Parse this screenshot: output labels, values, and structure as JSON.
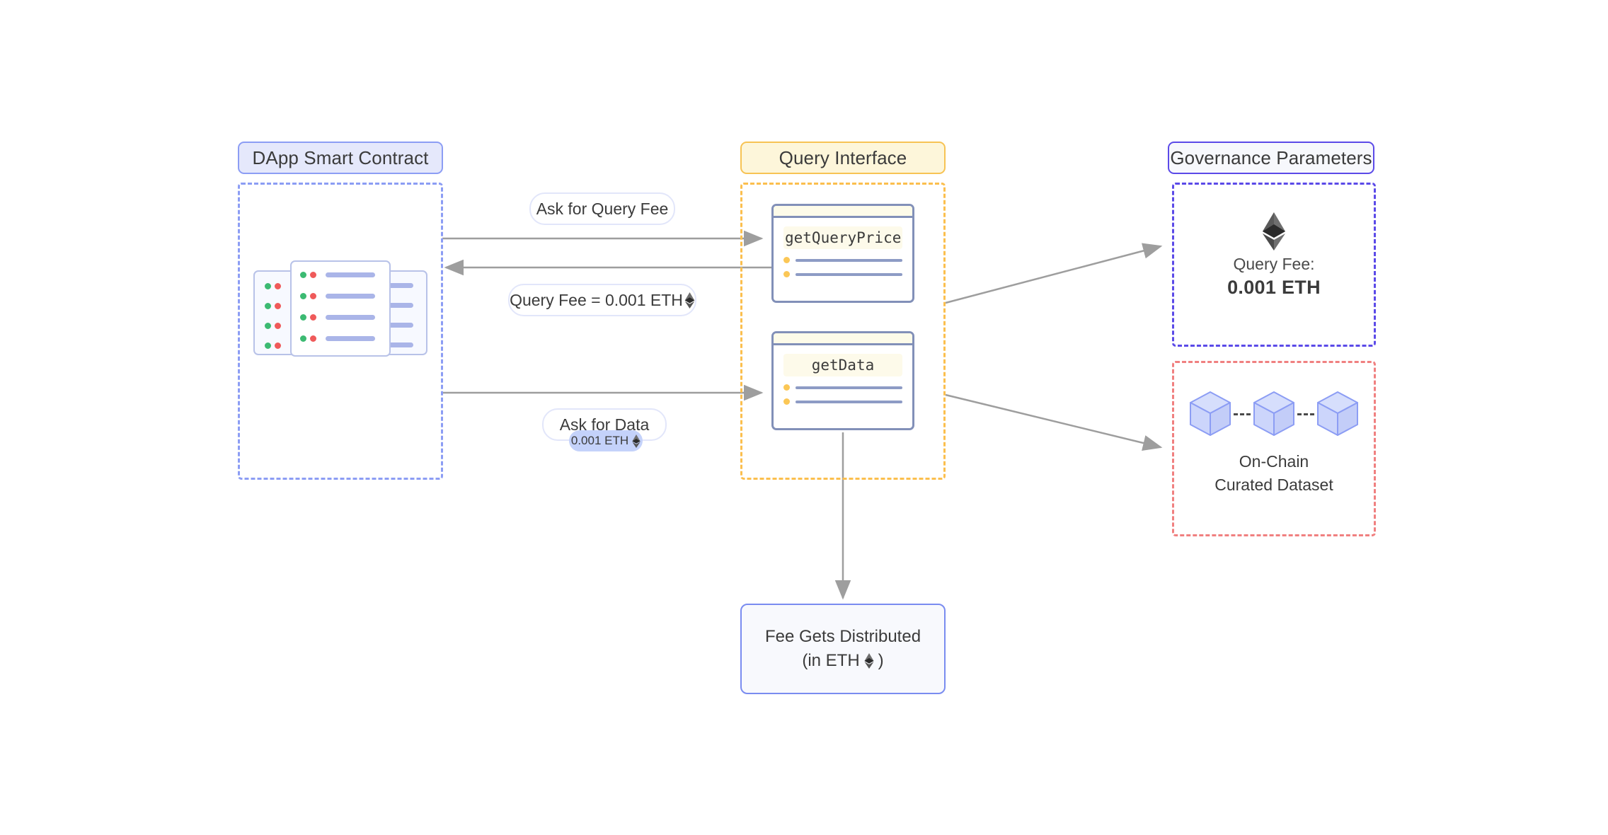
{
  "groups": [
    {
      "id": "dapp",
      "title": "DApp Smart Contract",
      "border": "#8c9df4",
      "header_bg": "#e5e8fb"
    },
    {
      "id": "query",
      "title": "Query Interface",
      "border": "#fbbf4e",
      "header_bg": "#fdf6da"
    },
    {
      "id": "gov",
      "title": "Governance Parameters",
      "border": "#5b4ae8",
      "header_bg": "#f7f8fc"
    }
  ],
  "query_interface": {
    "methods": [
      {
        "name": "getQueryPrice",
        "icon": "code-card-icon"
      },
      {
        "name": "getData",
        "icon": "code-card-icon"
      }
    ]
  },
  "governance": {
    "icon": "ethereum-icon",
    "label": "Query Fee:",
    "value": "0.001 ETH"
  },
  "dataset": {
    "icon": "cube-chain-icon",
    "line1": "On-Chain",
    "line2": "Curated Dataset",
    "border": "#f08080"
  },
  "fee_node": {
    "line1": "Fee Gets Distributed",
    "line2_prefix": "(in ETH",
    "line2_suffix": ")",
    "icon": "ethereum-icon"
  },
  "edges": [
    {
      "id": "ask-query-fee",
      "label": "Ask for Query Fee"
    },
    {
      "id": "query-fee-reply",
      "label": "Query Fee = 0.001 ETH",
      "icon": "ethereum-icon"
    },
    {
      "id": "ask-for-data",
      "label": "Ask for Data",
      "badge": "0.001 ETH",
      "badge_icon": "ethereum-icon"
    }
  ],
  "colors": {
    "arrow": "#9e9e9e",
    "accent_blue": "#8c9df4",
    "accent_yellow": "#fbbf4e",
    "accent_indigo": "#5b4ae8",
    "accent_red": "#f08080",
    "cube_fill": "#ccd5fb",
    "cube_stroke": "#8c9df4"
  }
}
